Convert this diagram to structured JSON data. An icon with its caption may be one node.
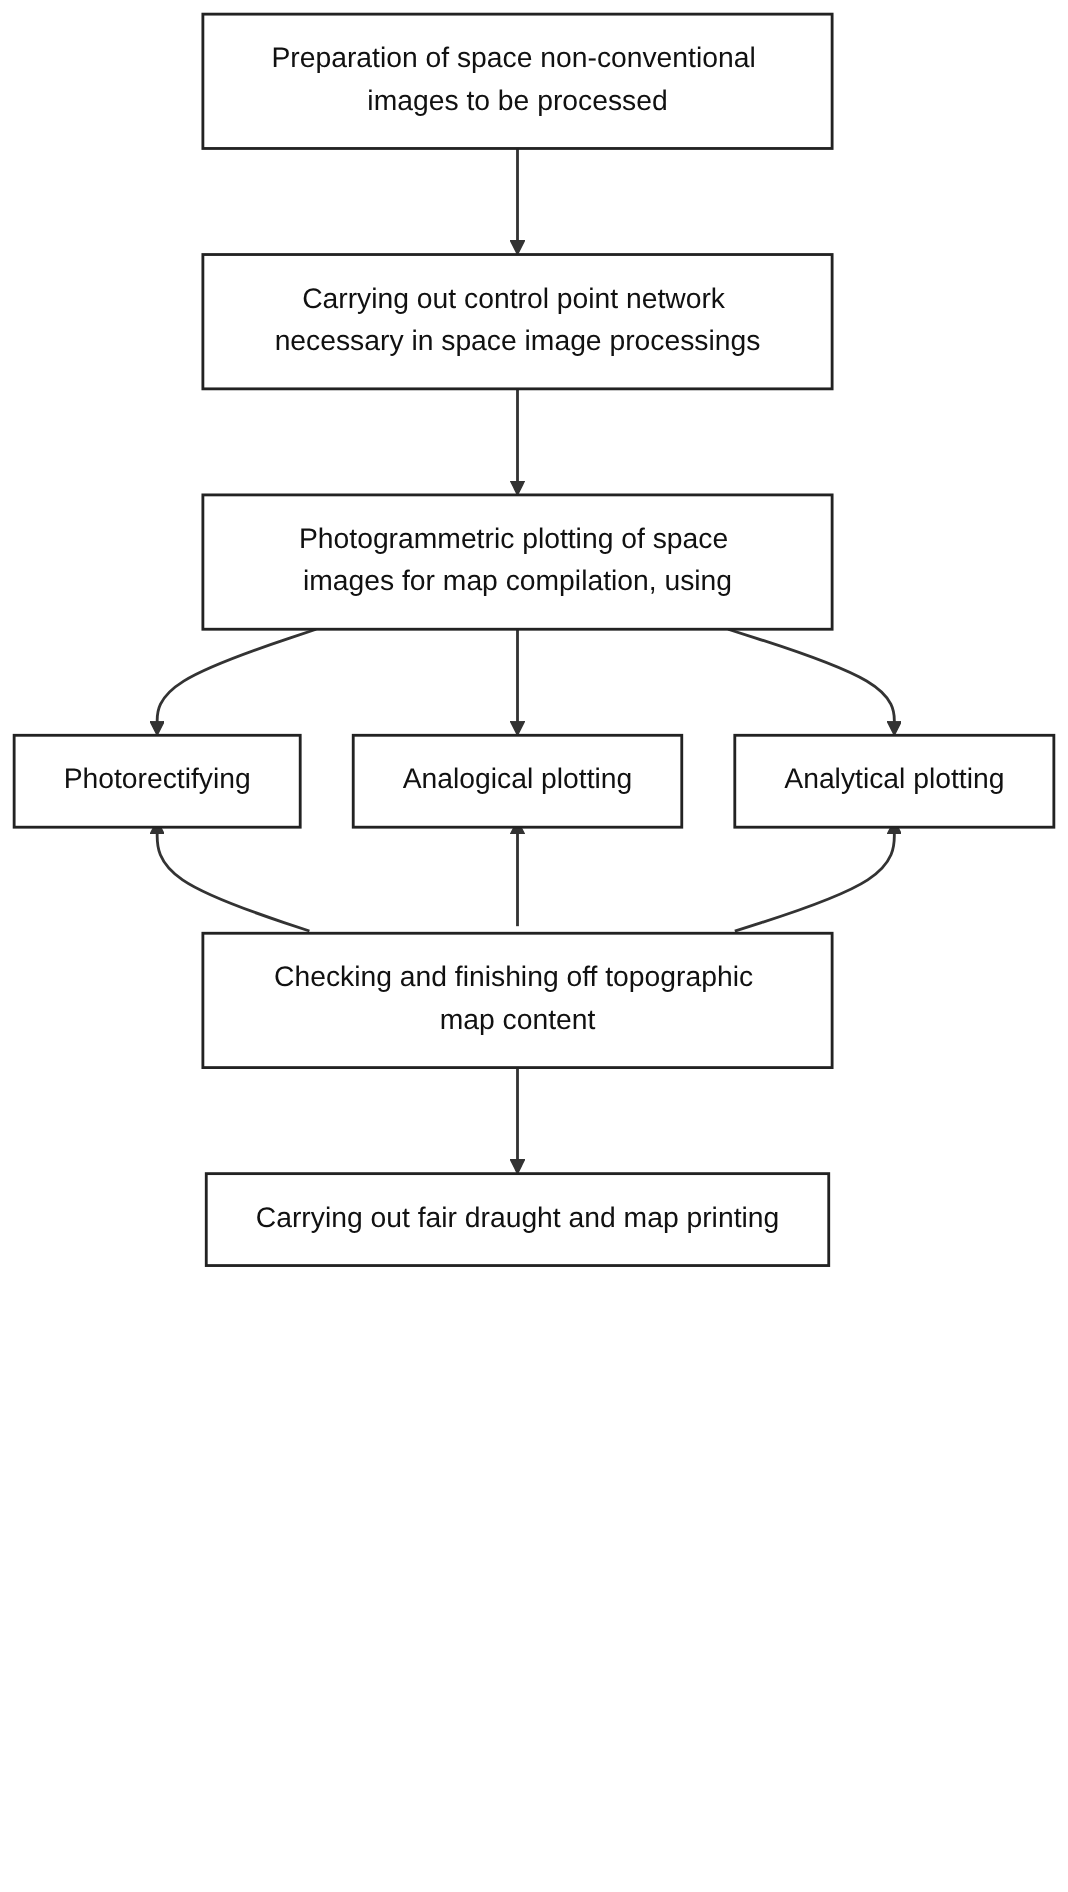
{
  "diagram": {
    "nodes": [
      {
        "text": [
          "Preparation of space non-conventional images to be processed"
        ]
      },
      {
        "text": [
          "Carrying out control point network necessary in space image processings"
        ]
      },
      {
        "text": [
          "Photogrammetric plotting of space images for map compilation, using"
        ]
      },
      {
        "text": [
          "Photorectifying"
        ]
      },
      {
        "text": [
          "Analogical plotting"
        ]
      },
      {
        "text": [
          "Analytical plotting"
        ]
      },
      {
        "text": [
          "Checking and finishing off topographic map content"
        ]
      },
      {
        "text": [
          "Carrying out fair draught and map printing"
        ]
      }
    ],
    "edges": [
      {
        "from": 0,
        "to": 1,
        "arrow": "to"
      },
      {
        "from": 1,
        "to": 2,
        "arrow": "to"
      },
      {
        "from": 2,
        "to": 3,
        "arrow": "to"
      },
      {
        "from": 2,
        "to": 4,
        "arrow": "to"
      },
      {
        "from": 2,
        "to": 5,
        "arrow": "to"
      },
      {
        "from": 6,
        "to": 3,
        "arrow": "to"
      },
      {
        "from": 6,
        "to": 4,
        "arrow": "to"
      },
      {
        "from": 6,
        "to": 5,
        "arrow": "to"
      },
      {
        "from": 6,
        "to": 7,
        "arrow": "to"
      }
    ]
  }
}
